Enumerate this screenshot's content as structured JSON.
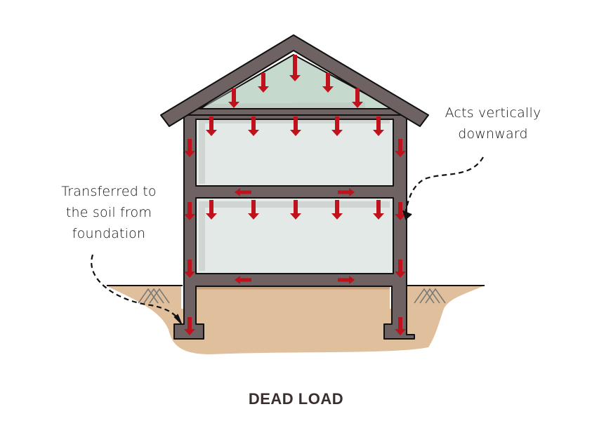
{
  "title": "DEAD LOAD",
  "annotations": {
    "right_line1": "Acts vertically",
    "right_line2": "downward",
    "left_line1": "Transferred to",
    "left_line2": "the soil from",
    "left_line3": "foundation"
  },
  "colors": {
    "frame": "#6e6262",
    "outline": "#111111",
    "attic": "#c6d9cd",
    "room": "#e3e9e6",
    "arrow": "#c0121c",
    "soil": "#e0bf9c",
    "ground_line": "#b98a5e",
    "hatch": "#7a7a7a"
  },
  "arrows": {
    "attic_downward": 5,
    "upper_floor_downward": 5,
    "lower_floor_downward": 5,
    "floor_beam_horizontal_pairs": 2,
    "column_downward_per_side": 3
  }
}
